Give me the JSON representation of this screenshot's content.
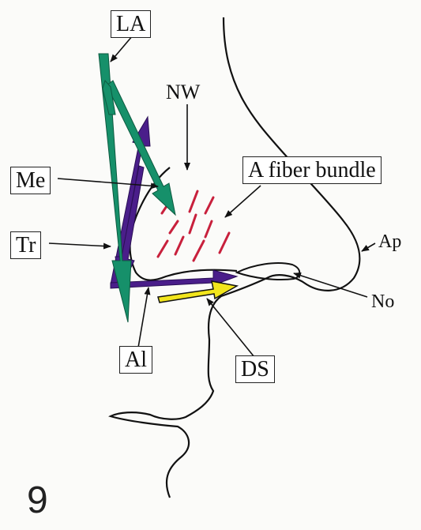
{
  "figure": {
    "number": "9",
    "labels": {
      "la": "LA",
      "nw": "NW",
      "me": "Me",
      "tr": "Tr",
      "fiber_bundle": "A fiber bundle",
      "ap": "Ap",
      "no": "No",
      "al": "Al",
      "ds": "DS"
    },
    "colors": {
      "la_arrow": "#16906a",
      "tr_arrow": "#4a1e8a",
      "ds_arrow": "#f2e51c",
      "fiber_dashes": "#c8203c",
      "outline": "#111111"
    }
  }
}
